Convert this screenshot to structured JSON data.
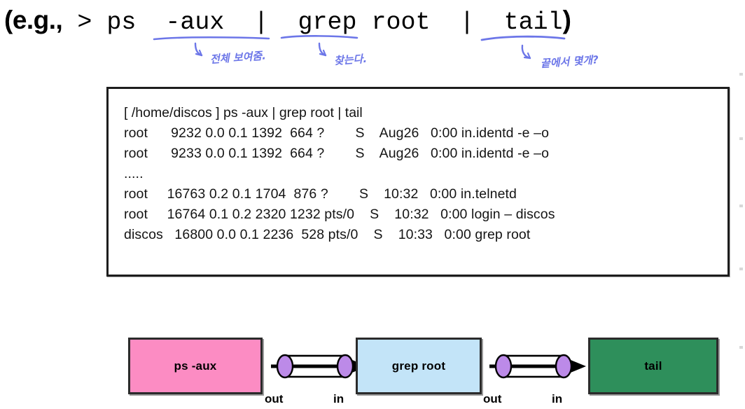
{
  "heading": {
    "prefix": "(e.g.,",
    "prompt": ">",
    "tokens": [
      {
        "text": "ps",
        "underlined": false
      },
      {
        "text": "-aux",
        "underlined": true
      },
      {
        "text": "|",
        "underlined": false
      },
      {
        "text": "grep",
        "underlined": true
      },
      {
        "text": "root",
        "underlined": false
      },
      {
        "text": "|",
        "underlined": false
      },
      {
        "text": "tail",
        "underlined": true
      }
    ],
    "suffix": ")",
    "full_command": "> ps -aux | grep root | tail",
    "ink_color": "#6c76e8"
  },
  "annotations": [
    {
      "text": "전체 보여줌.",
      "target": "-aux"
    },
    {
      "text": "찾는다.",
      "target": "grep"
    },
    {
      "text": "끝에서 몇개?",
      "target": "tail"
    }
  ],
  "terminal": {
    "prompt_line": "[ /home/discos ] ps -aux | grep root | tail",
    "lines": [
      "root      9232 0.0 0.1 1392  664 ?        S    Aug26   0:00 in.identd -e –o",
      "root      9233 0.0 0.1 1392  664 ?        S    Aug26   0:00 in.identd -e –o",
      ".....",
      "root     16763 0.2 0.1 1704  876 ?        S    10:32   0:00 in.telnetd",
      "root     16764 0.1 0.2 2320 1232 pts/0    S    10:32   0:00 login – discos",
      "discos   16800 0.0 0.1 2236  528 pts/0    S    10:33   0:00 grep root"
    ],
    "border_color": "#1d1d1d",
    "background": "#ffffff"
  },
  "diagram": {
    "boxes": [
      {
        "label": "ps -aux",
        "color": "#fc8cc3",
        "name": "process-box-ps"
      },
      {
        "label": "grep root",
        "color": "#c3e4f8",
        "name": "process-box-grep"
      },
      {
        "label": "tail",
        "color": "#2e8f5b",
        "name": "process-box-tail"
      }
    ],
    "pipes": [
      {
        "out_label": "out",
        "in_label": "in"
      },
      {
        "out_label": "out",
        "in_label": "in"
      }
    ],
    "pipe_end_color": "#bc8ae8",
    "pipe_body_color": "#ffffff",
    "stroke_color": "#000000"
  }
}
